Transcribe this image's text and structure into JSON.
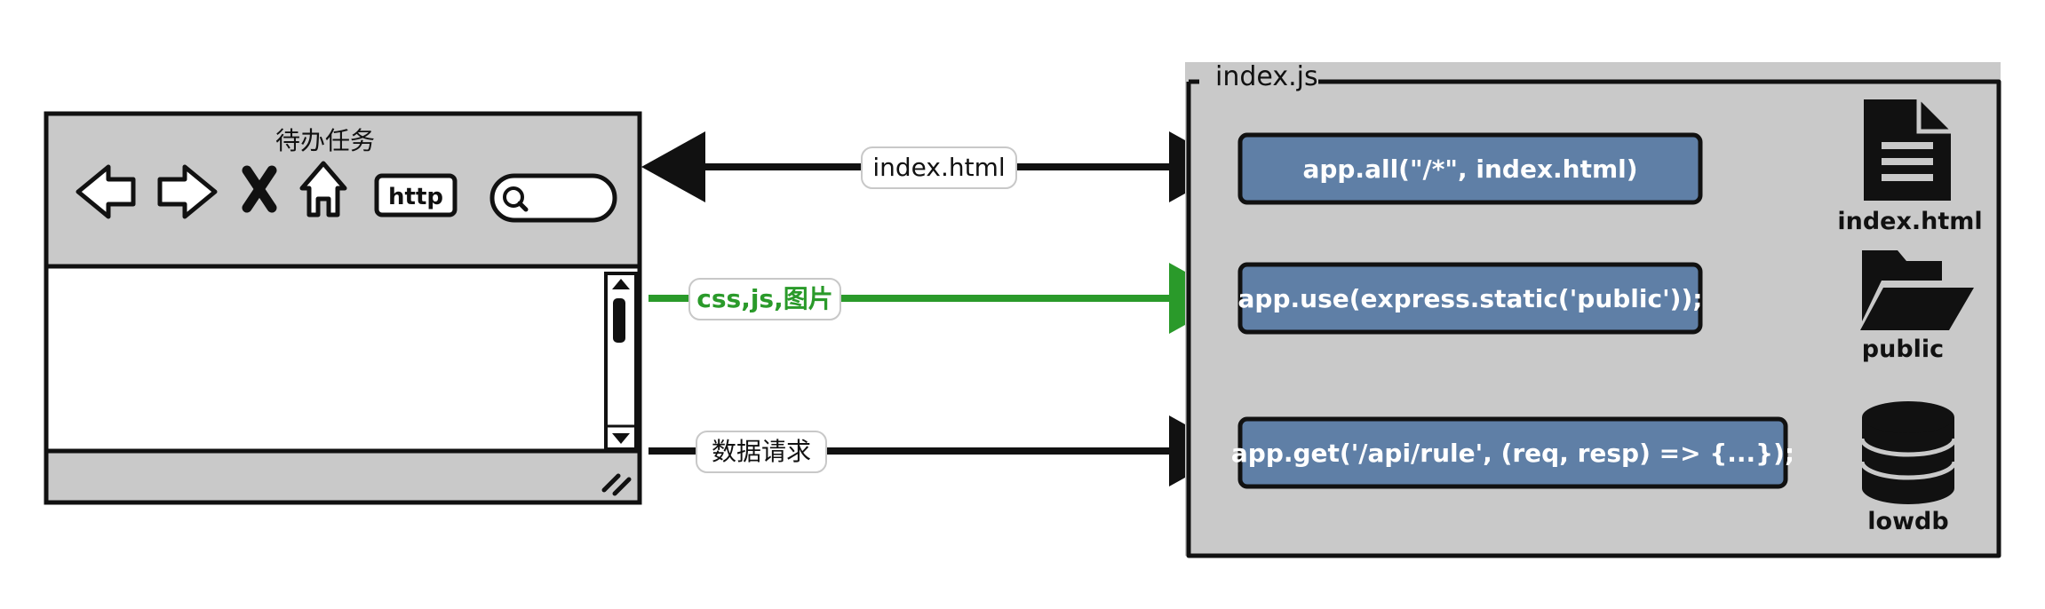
{
  "browser": {
    "title": "待办任务",
    "http_badge": "http",
    "icons": [
      "back-arrow-icon",
      "forward-arrow-icon",
      "close-icon",
      "home-icon",
      "search-icon",
      "resize-grip-icon"
    ]
  },
  "connections": [
    {
      "label": "index.html",
      "color": "#111111"
    },
    {
      "label": "css,js,图片",
      "color": "#2a9a2a"
    },
    {
      "label": "数据请求",
      "color": "#111111"
    }
  ],
  "server": {
    "title": "index.js",
    "routes": [
      {
        "code": "app.all(\"/*\", index.html)"
      },
      {
        "code": "app.use(express.static('public'));"
      },
      {
        "code": "app.get('/api/rule', (req, resp) => {...});"
      }
    ],
    "resources": [
      {
        "label": "index.html",
        "icon": "document-icon"
      },
      {
        "label": "public",
        "icon": "folder-icon"
      },
      {
        "label": "lowdb",
        "icon": "database-icon"
      }
    ]
  },
  "colors": {
    "panel_gray": "#c9c9c9",
    "route_fill": "#5f7fa6",
    "green_arrow": "#2a9a2a",
    "stroke": "#111111"
  }
}
